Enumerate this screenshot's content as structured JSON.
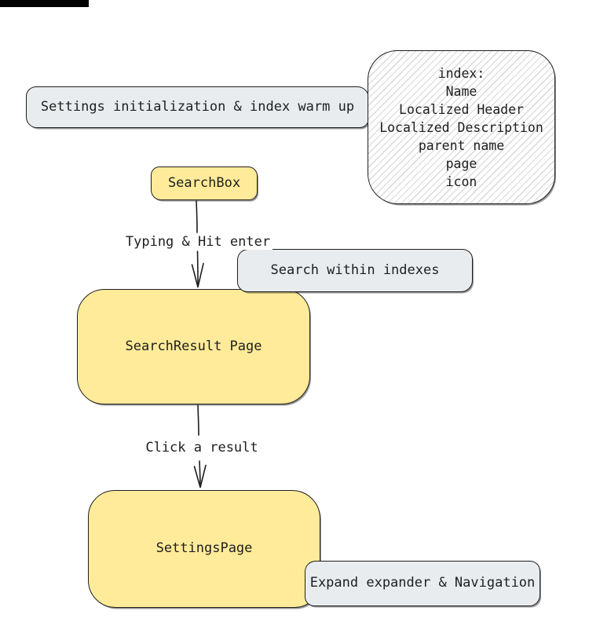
{
  "colors": {
    "canvas_bg": "#ffffff",
    "yellow_fill": "#ffeb99",
    "gray_fill": "#e9ecef",
    "stroke": "#1e1e1e",
    "hatch_line": "#d8d8d8",
    "text": "#1e1e1e",
    "artifact_bar": "#000000"
  },
  "nodes": {
    "warmup": {
      "label": "Settings initialization & index warm up"
    },
    "index_note": {
      "lines": [
        "index:",
        "Name",
        "Localized Header",
        "Localized Description",
        "parent name",
        "page",
        "icon"
      ]
    },
    "searchbox": {
      "label": "SearchBox"
    },
    "search_within": {
      "label": "Search within indexes"
    },
    "searchresult": {
      "label": "SearchResult Page"
    },
    "settingspage": {
      "label": "SettingsPage"
    },
    "expand_nav": {
      "label": "Expand expander & Navigation"
    }
  },
  "edges": {
    "typing_enter": {
      "label": "Typing & Hit enter"
    },
    "click_result": {
      "label": "Click a result"
    }
  }
}
